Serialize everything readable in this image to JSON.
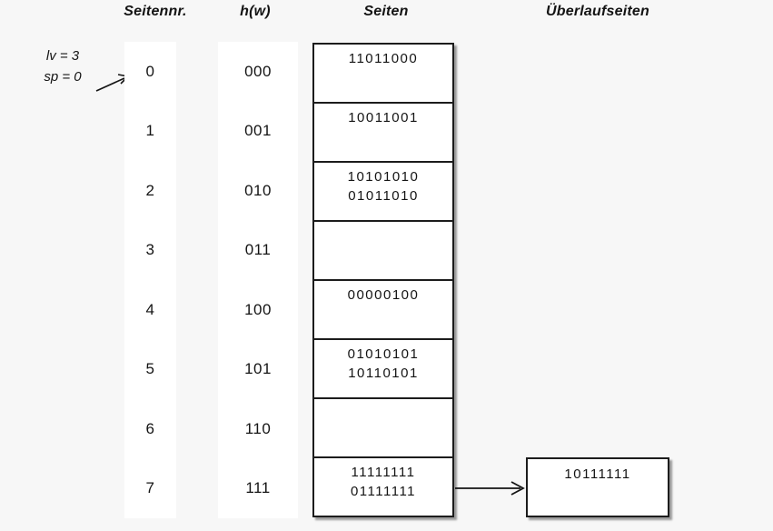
{
  "colors": {
    "background": "#f7f7f7",
    "surface": "#ffffff",
    "border": "#1c1c1c",
    "text": "#141414"
  },
  "headers": {
    "seitennr": "Seitennr.",
    "hw": "h(w)",
    "seiten": "Seiten",
    "ueberlaufseiten": "Überlaufseiten"
  },
  "annotation": {
    "line1": "lv = 3",
    "line2": "sp = 0"
  },
  "rows": [
    {
      "nr": "0",
      "hw": "000",
      "entries": [
        "11011000"
      ]
    },
    {
      "nr": "1",
      "hw": "001",
      "entries": [
        "10011001"
      ]
    },
    {
      "nr": "2",
      "hw": "010",
      "entries": [
        "10101010",
        "01011010"
      ]
    },
    {
      "nr": "3",
      "hw": "011",
      "entries": []
    },
    {
      "nr": "4",
      "hw": "100",
      "entries": [
        "00000100"
      ]
    },
    {
      "nr": "5",
      "hw": "101",
      "entries": [
        "01010101",
        "10110101"
      ]
    },
    {
      "nr": "6",
      "hw": "110",
      "entries": []
    },
    {
      "nr": "7",
      "hw": "111",
      "entries": [
        "11111111",
        "01111111"
      ]
    }
  ],
  "overflow": {
    "source_row": "7",
    "entries": [
      "10111111"
    ]
  }
}
